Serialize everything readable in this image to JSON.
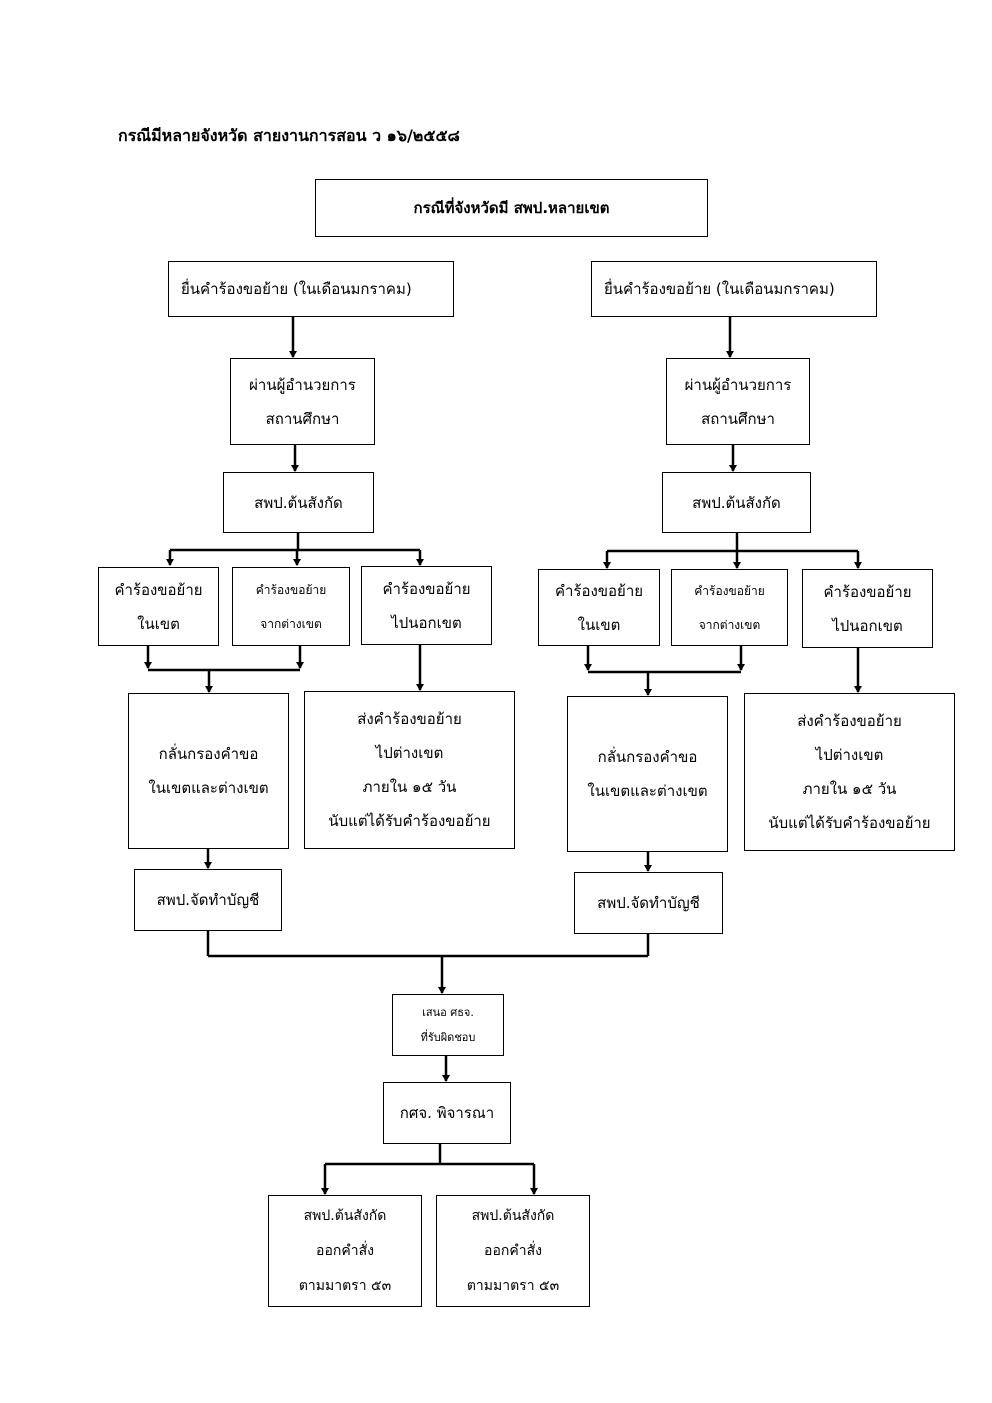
{
  "heading": "กรณีมีหลายจังหวัด  สายงานการสอน ว ๑๖/๒๕๕๘",
  "title_box": "กรณีที่จังหวัดมี สพป.หลายเขต",
  "left": {
    "submit": "ยื่นคำร้องขอย้าย (ในเดือนมกราคม)",
    "via_director": [
      "ผ่านผู้อำนวยการ",
      "สถานศึกษา"
    ],
    "origin_office": "สพป.ต้นสังกัด",
    "within": [
      "คำร้องขอย้าย",
      "ในเขต"
    ],
    "from_other": [
      "คำร้องขอย้าย",
      "จากต่างเขต"
    ],
    "to_other": [
      "คำร้องขอย้าย",
      "ไปนอกเขต"
    ],
    "screen": [
      "กลั่นกรองคำขอ",
      "ในเขตและต่างเขต"
    ],
    "send": [
      "ส่งคำร้องขอย้าย",
      "ไปต่างเขต",
      "ภายใน ๑๕ วัน",
      "นับแต่ได้รับคำร้องขอย้าย"
    ],
    "list": "สพป.จัดทำบัญชี"
  },
  "right": {
    "submit": "ยื่นคำร้องขอย้าย (ในเดือนมกราคม)",
    "via_director": [
      "ผ่านผู้อำนวยการ",
      "สถานศึกษา"
    ],
    "origin_office": "สพป.ต้นสังกัด",
    "within": [
      "คำร้องขอย้าย",
      "ในเขต"
    ],
    "from_other": [
      "คำร้องขอย้าย",
      "จากต่างเขต"
    ],
    "to_other": [
      "คำร้องขอย้าย",
      "ไปนอกเขต"
    ],
    "screen": [
      "กลั่นกรองคำขอ",
      "ในเขตและต่างเขต"
    ],
    "send": [
      "ส่งคำร้องขอย้าย",
      "ไปต่างเขต",
      "ภายใน ๑๕ วัน",
      "นับแต่ได้รับคำร้องขอย้าย"
    ],
    "list": "สพป.จัดทำบัญชี"
  },
  "propose": [
    "เสนอ ศธจ.",
    "ที่รับผิดชอบ"
  ],
  "committee": "กศจ. พิจารณา",
  "orders": [
    [
      "สพป.ต้นสังกัด",
      "ออกคำสั่ง",
      "ตามมาตรา ๕๓"
    ],
    [
      "สพป.ต้นสังกัด",
      "ออกคำสั่ง",
      "ตามมาตรา ๕๓"
    ]
  ]
}
